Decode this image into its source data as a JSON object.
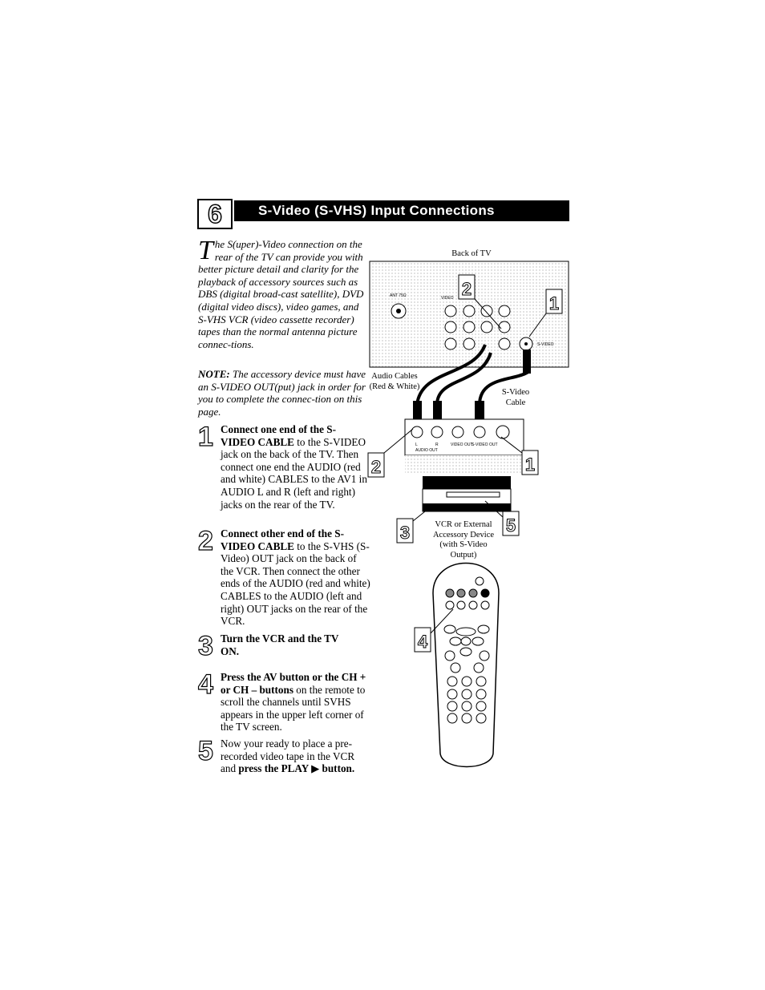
{
  "header": {
    "step_number": "6",
    "title": "S-Video (S-VHS) Input Connections"
  },
  "intro": {
    "dropcap": "T",
    "text": "he S(uper)-Video connection on the rear of the TV can provide you with better picture detail and clarity for the playback of accessory sources such as DBS (digital broad-cast satellite), DVD (digital video discs), video games, and S-VHS VCR (video cassette recorder) tapes than the normal antenna picture connec-tions."
  },
  "note": {
    "label": "NOTE:",
    "text": " The accessory device must have an S-VIDEO OUT(put) jack in order for you to complete the connec-tion on this page."
  },
  "steps": [
    {
      "num": "1",
      "bold": "Connect one end of the S-VIDEO CABLE",
      "text": " to the S-VIDEO jack on the back of the TV. Then connect one end the AUDIO (red and white) CABLES to the AV1 in AUDIO L and R (left and right) jacks on the rear of the TV."
    },
    {
      "num": "2",
      "bold": "Connect other end of the S-VIDEO CABLE",
      "text": " to the S-VHS (S-Video) OUT jack on the back of the VCR. Then connect the other ends of the AUDIO (red and white) CABLES to the AUDIO (left and right) OUT jacks on the rear of the VCR."
    },
    {
      "num": "3",
      "bold": "Turn the VCR and the TV ON.",
      "text": ""
    },
    {
      "num": "4",
      "bold": "Press the AV button or the CH + or CH – buttons",
      "text": " on the remote to scroll the channels until SVHS appears in the upper left corner of the TV screen."
    },
    {
      "num": "5",
      "pre": "Now your ready to place a pre-recorded video tape in the VCR and ",
      "bold": "press the PLAY ▶ button.",
      "text": ""
    }
  ],
  "diagram": {
    "back_of_tv": "Back of TV",
    "audio_cables": "Audio Cables (Red & White)",
    "svideo_cable": "S-Video Cable",
    "device": "VCR or External Accessory Device (with S-Video Output)",
    "tv_labels": {
      "ant": "ANT 75Ω",
      "video": "VIDEO",
      "svideo": "S-VIDEO"
    },
    "vcr_labels": {
      "l": "L",
      "r": "R",
      "audio_out": "AUDIO OUT",
      "video_out": "VIDEO OUT",
      "svideo_out": "S-VIDEO OUT"
    },
    "callouts": [
      "1",
      "2",
      "3",
      "4",
      "5"
    ]
  }
}
